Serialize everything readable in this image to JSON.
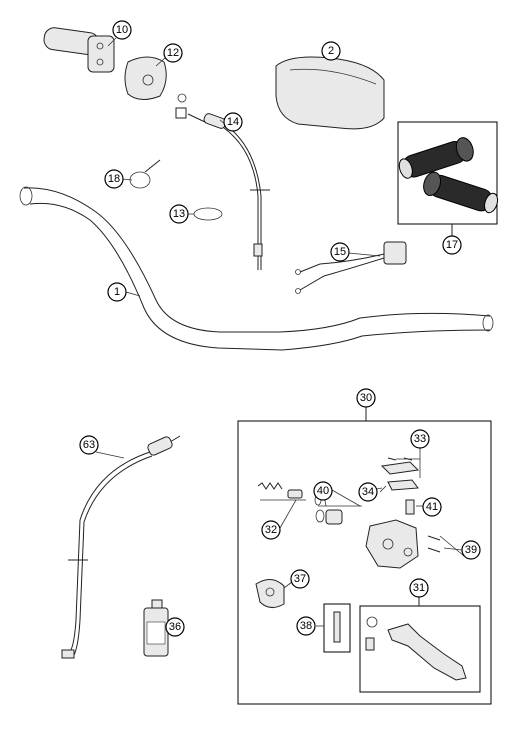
{
  "figure": {
    "type": "exploded-parts-diagram",
    "callouts": [
      {
        "id": "c10",
        "label": "10"
      },
      {
        "id": "c12",
        "label": "12"
      },
      {
        "id": "c2",
        "label": "2"
      },
      {
        "id": "c14",
        "label": "14"
      },
      {
        "id": "c18",
        "label": "18"
      },
      {
        "id": "c13",
        "label": "13"
      },
      {
        "id": "c17",
        "label": "17"
      },
      {
        "id": "c15",
        "label": "15"
      },
      {
        "id": "c1",
        "label": "1"
      },
      {
        "id": "c30",
        "label": "30"
      },
      {
        "id": "c33",
        "label": "33"
      },
      {
        "id": "c63",
        "label": "63"
      },
      {
        "id": "c40",
        "label": "40"
      },
      {
        "id": "c34",
        "label": "34"
      },
      {
        "id": "c41",
        "label": "41"
      },
      {
        "id": "c32",
        "label": "32"
      },
      {
        "id": "c39",
        "label": "39"
      },
      {
        "id": "c37",
        "label": "37"
      },
      {
        "id": "c31",
        "label": "31"
      },
      {
        "id": "c38",
        "label": "38"
      },
      {
        "id": "c36",
        "label": "36"
      }
    ]
  }
}
